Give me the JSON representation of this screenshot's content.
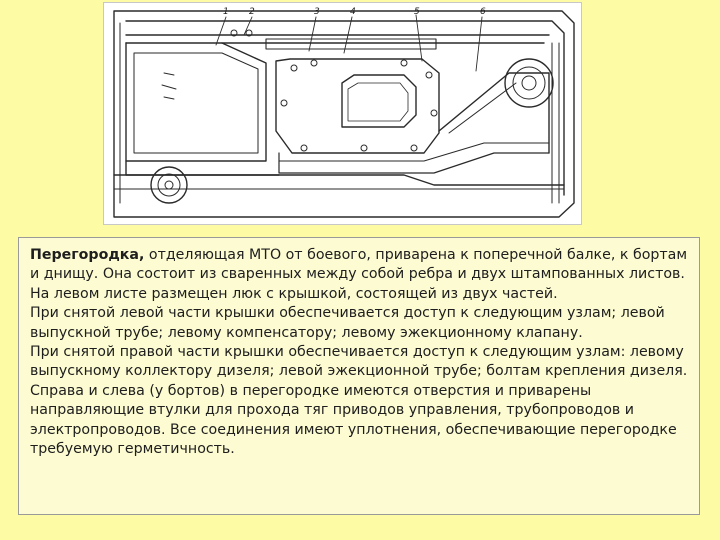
{
  "figure": {
    "callouts": [
      "1",
      "2",
      "3",
      "4",
      "5",
      "6"
    ]
  },
  "text": {
    "lead": "Перегородка,",
    "p1": " отделяющая МТО от боевого, приварена к поперечной балке, к бортам и днищу. Она состоит из сваренных между собой ребра и двух штампованных листов. На левом листе размещен люк с крышкой, состоящей из двух частей.",
    "p2": "При снятой левой части крышки обеспечивается доступ к следующим узлам; левой выпускной трубе; левому компенсатору; левому эжекционному клапану.",
    "p3": "При снятой правой части крышки обеспечивается доступ к следующим узлам: левому выпускному коллектору дизеля; левой эжекционной трубе; болтам крепления дизеля.",
    "p4": "Справа и слева (у бортов) в перегородке имеются отверстия и приварены направляющие втулки для прохода тяг приводов управления, трубопроводов и электропроводов. Все соединения имеют уплотнения, обеспечивающие перегородке требуемую герметичность."
  }
}
